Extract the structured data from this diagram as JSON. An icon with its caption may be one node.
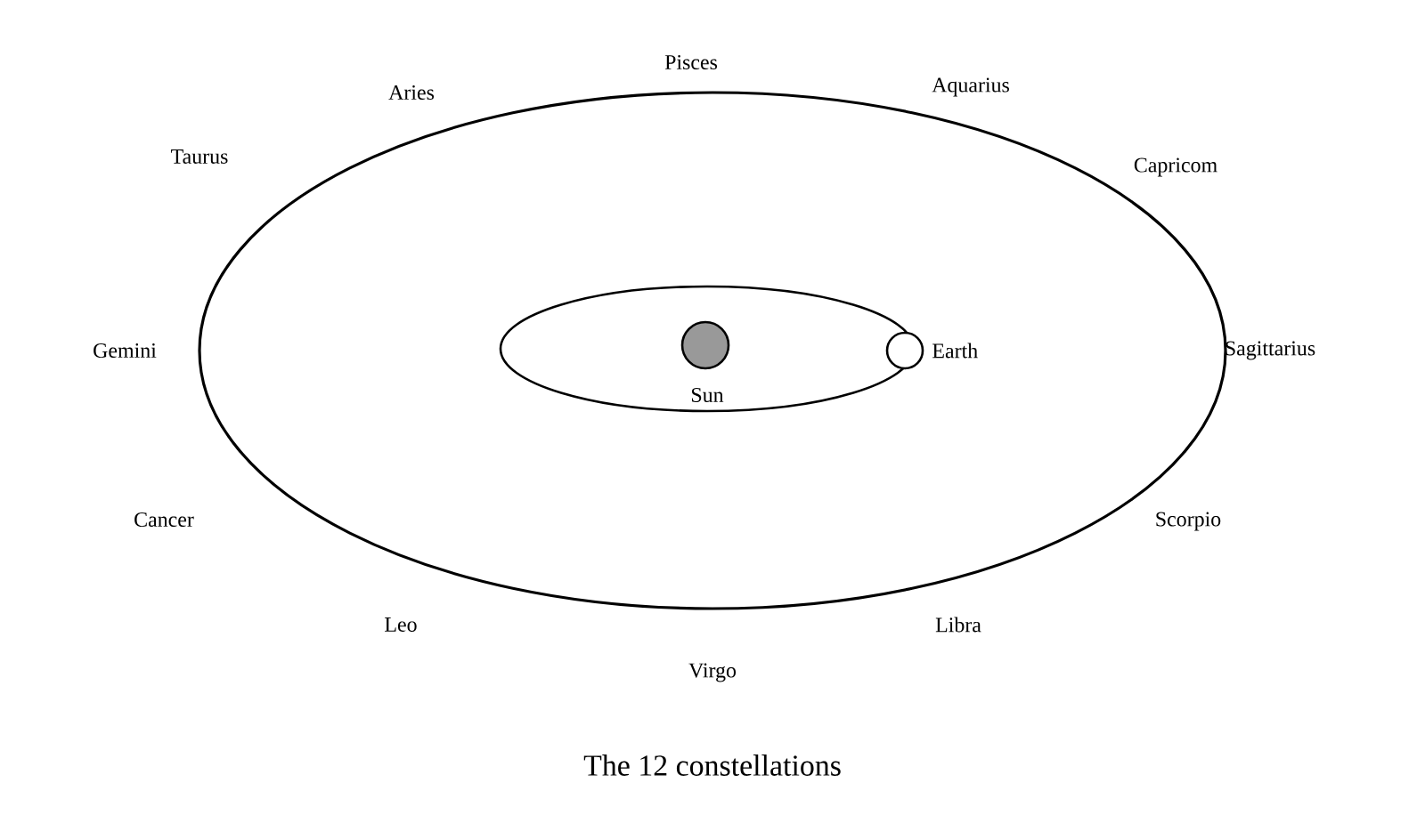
{
  "diagram": {
    "caption": "The 12 constellations",
    "nodes": [
      {
        "text": [],
        "shape": "circle",
        "beside": [
          "Sun"
        ]
      },
      {
        "text": [],
        "shape": "circle",
        "beside": [
          "Earth"
        ]
      }
    ],
    "labels": [
      "Pisces",
      "Aries",
      "Aquarius",
      "Taurus",
      "Capricom",
      "Gemini",
      "Sagittarius",
      "Cancer",
      "Scorpio",
      "Leo",
      "Libra",
      "Virgo"
    ]
  }
}
